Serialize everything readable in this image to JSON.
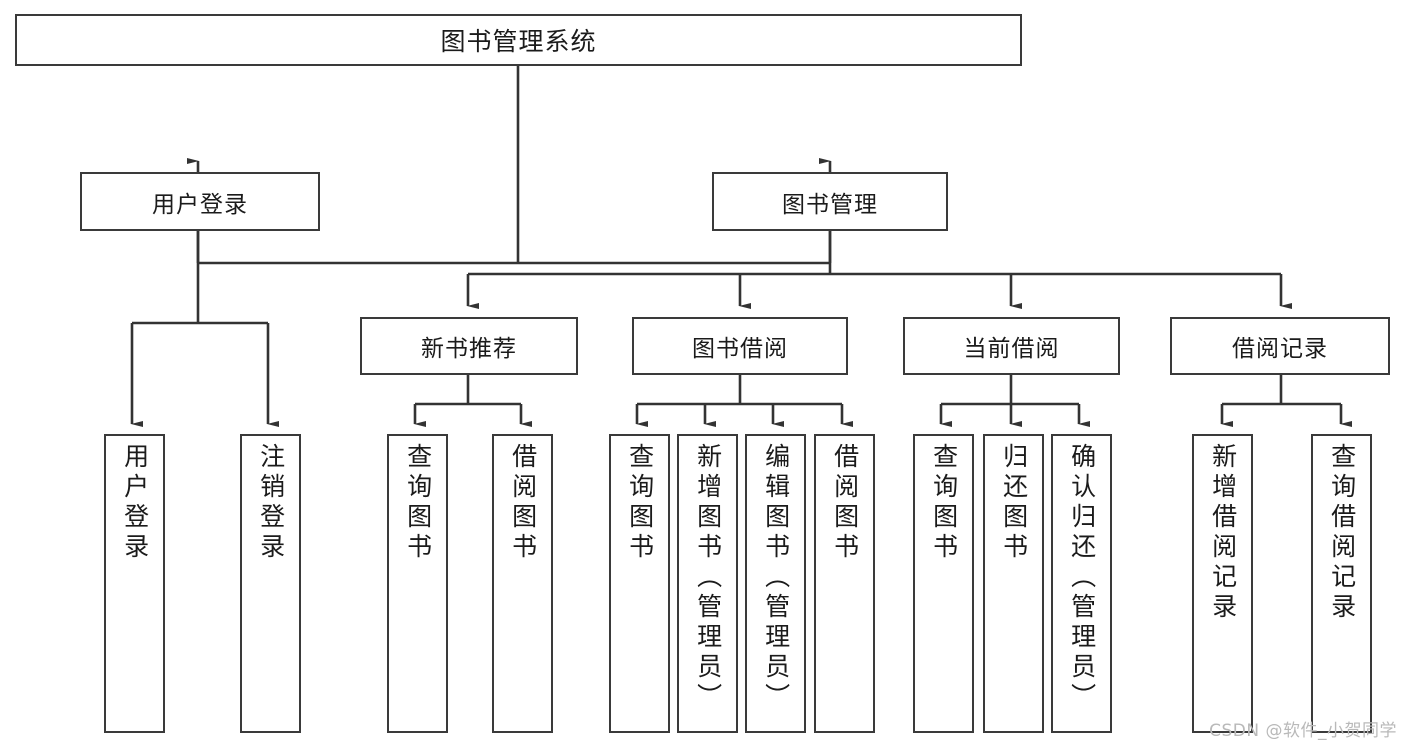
{
  "diagram": {
    "title": "图书管理系统",
    "watermark": "CSDN @软件_小贺同学",
    "colors": {
      "box_border": "#3a3a3a",
      "box_fill": "#ffffff",
      "line": "#333333",
      "text": "#1b1b1b",
      "watermark": "#b9b9b9"
    },
    "root": {
      "label": "图书管理系统"
    },
    "level1": [
      {
        "label": "用户登录"
      },
      {
        "label": "图书管理"
      }
    ],
    "level2": [
      {
        "label": "新书推荐"
      },
      {
        "label": "图书借阅"
      },
      {
        "label": "当前借阅"
      },
      {
        "label": "借阅记录"
      }
    ],
    "leaves": {
      "user_login": [
        {
          "label": "用户登录"
        },
        {
          "label": "注销登录"
        }
      ],
      "new_book_recommend": [
        {
          "label": "查询图书"
        },
        {
          "label": "借阅图书"
        }
      ],
      "book_borrow": [
        {
          "label": "查询图书"
        },
        {
          "label": "新增图书（管理员）"
        },
        {
          "label": "编辑图书（管理员）"
        },
        {
          "label": "借阅图书"
        }
      ],
      "current_borrow": [
        {
          "label": "查询图书"
        },
        {
          "label": "归还图书"
        },
        {
          "label": "确认归还（管理员）"
        }
      ],
      "borrow_record": [
        {
          "label": "新增借阅记录"
        },
        {
          "label": "查询借阅记录"
        }
      ]
    }
  }
}
